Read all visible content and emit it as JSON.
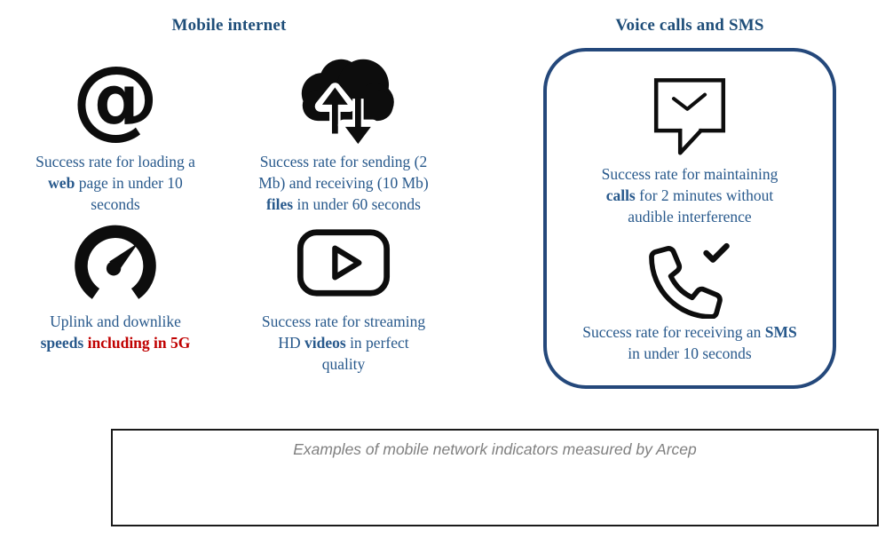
{
  "colors": {
    "heading": "#1F4E79",
    "body": "#28598C",
    "accent_red": "#C00000",
    "box_border": "#24487B",
    "icon": "#0d0d0d",
    "caption": "#808080",
    "caption_border": "#1a1a1a"
  },
  "titles": {
    "mobile_internet": "Mobile internet",
    "voice_sms": "Voice calls and SMS"
  },
  "indicators": {
    "web": {
      "icon": "at-icon",
      "segments": [
        {
          "t": "Success rate for loading a"
        },
        {
          "br": true
        },
        {
          "t": "web",
          "style": "bold"
        },
        {
          "t": " page in under 10"
        },
        {
          "br": true
        },
        {
          "t": "seconds"
        }
      ]
    },
    "files": {
      "icon": "cloud-upload-download-icon",
      "segments": [
        {
          "t": "Success rate for sending (2"
        },
        {
          "br": true
        },
        {
          "t": "Mb) and receiving (10 Mb)"
        },
        {
          "br": true
        },
        {
          "t": "files",
          "style": "bold"
        },
        {
          "t": " in under 60 seconds"
        }
      ]
    },
    "speeds": {
      "icon": "speedometer-icon",
      "segments": [
        {
          "t": "Uplink and downlike"
        },
        {
          "br": true
        },
        {
          "t": "speeds",
          "style": "bold"
        },
        {
          "t": " "
        },
        {
          "t": "including in 5G",
          "style": "bold-red"
        }
      ]
    },
    "videos": {
      "icon": "video-player-icon",
      "segments": [
        {
          "t": "Success rate for streaming"
        },
        {
          "br": true
        },
        {
          "t": "HD "
        },
        {
          "t": "videos",
          "style": "bold"
        },
        {
          "t": " in perfect"
        },
        {
          "br": true
        },
        {
          "t": "quality"
        }
      ]
    },
    "calls": {
      "icon": "message-check-icon",
      "segments": [
        {
          "t": "Success rate for maintaining"
        },
        {
          "br": true
        },
        {
          "t": "calls",
          "style": "bold"
        },
        {
          "t": " for 2 minutes without"
        },
        {
          "br": true
        },
        {
          "t": "audible interference"
        }
      ]
    },
    "sms": {
      "icon": "phone-check-icon",
      "segments": [
        {
          "t": "Success rate for receiving an "
        },
        {
          "t": "SMS",
          "style": "bold"
        },
        {
          "br": true
        },
        {
          "t": "in under 10 seconds"
        }
      ]
    }
  },
  "caption": {
    "text": "Examples of mobile network indicators measured by Arcep"
  }
}
